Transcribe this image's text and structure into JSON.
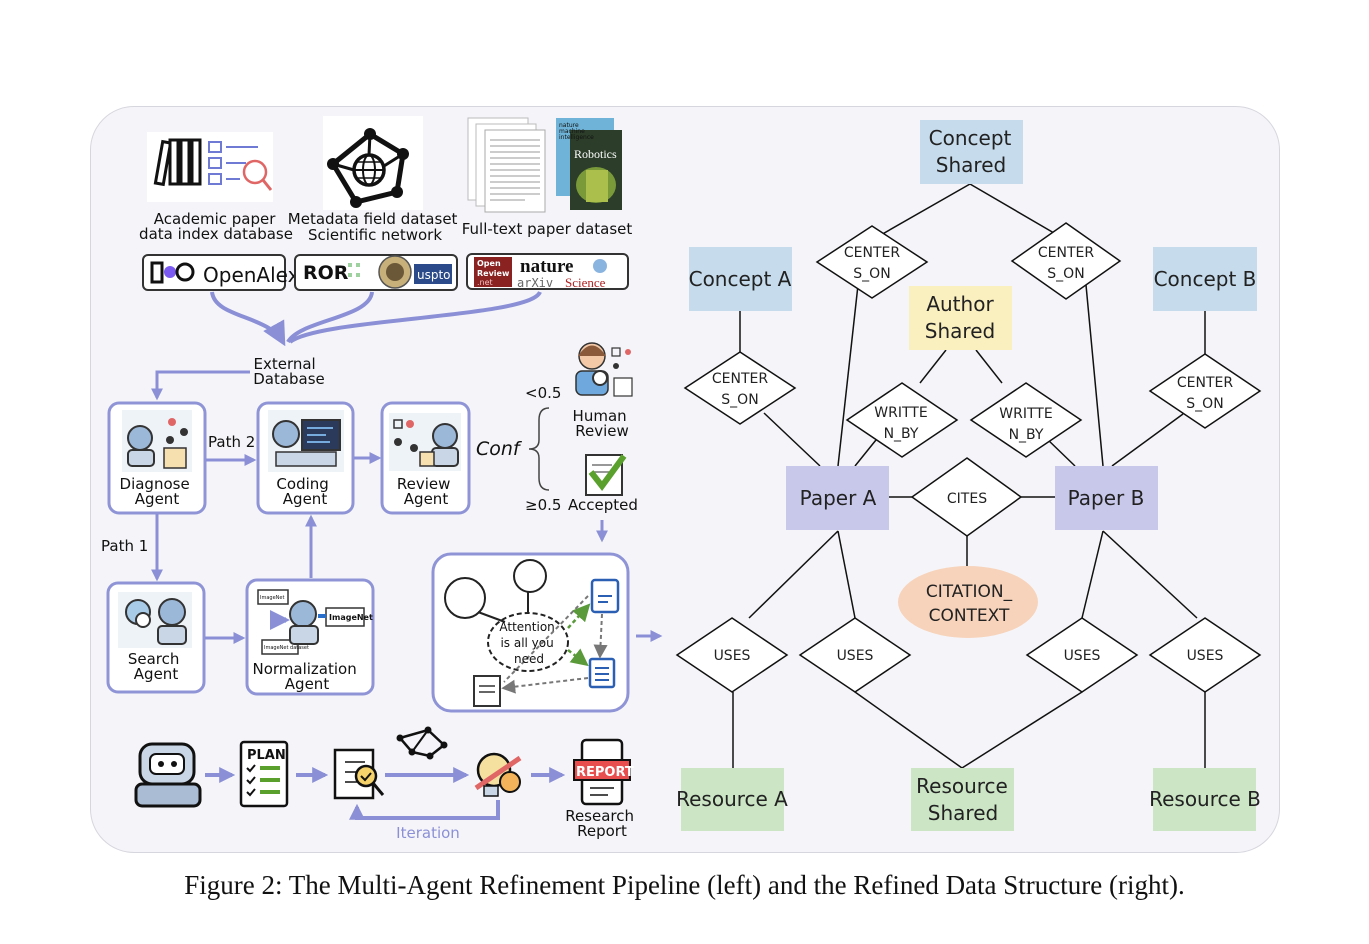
{
  "left": {
    "sources": {
      "academic": [
        "Academic paper",
        "data index database"
      ],
      "metadata": [
        "Metadata field dataset",
        "Scientific network"
      ],
      "fulltext": [
        "Full-text paper dataset"
      ]
    },
    "logos": {
      "openalex": "OpenAlex",
      "ror": "ROR",
      "uspto": "uspto",
      "openreview": [
        "Open",
        "Review",
        ".net"
      ],
      "nature": "nature",
      "arxiv": "arXiv",
      "science": "Science"
    },
    "cover_texts": {
      "nature_mi": [
        "nature",
        "machine",
        "intelligence"
      ],
      "robotics": "Robotics"
    },
    "external_db": [
      "External",
      "Database"
    ],
    "agents": {
      "diagnose": [
        "Diagnose",
        "Agent"
      ],
      "coding": [
        "Coding",
        "Agent"
      ],
      "review": [
        "Review",
        "Agent"
      ],
      "search": [
        "Search",
        "Agent"
      ],
      "normalization": [
        "Normalization",
        "Agent"
      ]
    },
    "paths": {
      "path1": "Path 1",
      "path2": "Path 2"
    },
    "conf": "Conf",
    "thresholds": {
      "low": "<0.5",
      "high": "≥0.5"
    },
    "human_review": [
      "Human",
      "Review"
    ],
    "accepted": "Accepted",
    "attention": [
      "Attention",
      "is all you",
      "need"
    ],
    "imagenet": {
      "small1": "ImageNet",
      "big": "ImageNet",
      "small2": "ImageNet dataset"
    },
    "bottom": {
      "plan": "PLAN",
      "report_badge": "REPORT",
      "iteration": "Iteration",
      "research_report": [
        "Research",
        "Report"
      ]
    }
  },
  "er": {
    "concept_shared": [
      "Concept",
      "Shared"
    ],
    "concept_a": "Concept A",
    "concept_b": "Concept B",
    "author_shared": [
      "Author",
      "Shared"
    ],
    "paper_a": "Paper A",
    "paper_b": "Paper B",
    "center_son": [
      "CENTER",
      "S_ON"
    ],
    "written_by": [
      "WRITTE",
      "N_BY"
    ],
    "cites": "CITES",
    "citation_context": [
      "CITATION_",
      "CONTEXT"
    ],
    "uses": "USES",
    "resource_a": "Resource A",
    "resource_b": "Resource B",
    "resource_shared": [
      "Resource",
      "Shared"
    ]
  },
  "caption": "Figure 2: The Multi-Agent Refinement Pipeline (left) and the Refined Data Structure (right).",
  "colors": {
    "concept": "#c6dced",
    "author": "#f9efbf",
    "paper": "#c7c8ea",
    "resource": "#cbe5c5",
    "citation": "#f7d3bb",
    "arrow": "#8b90d6",
    "agent_border": "#8f94d6"
  }
}
